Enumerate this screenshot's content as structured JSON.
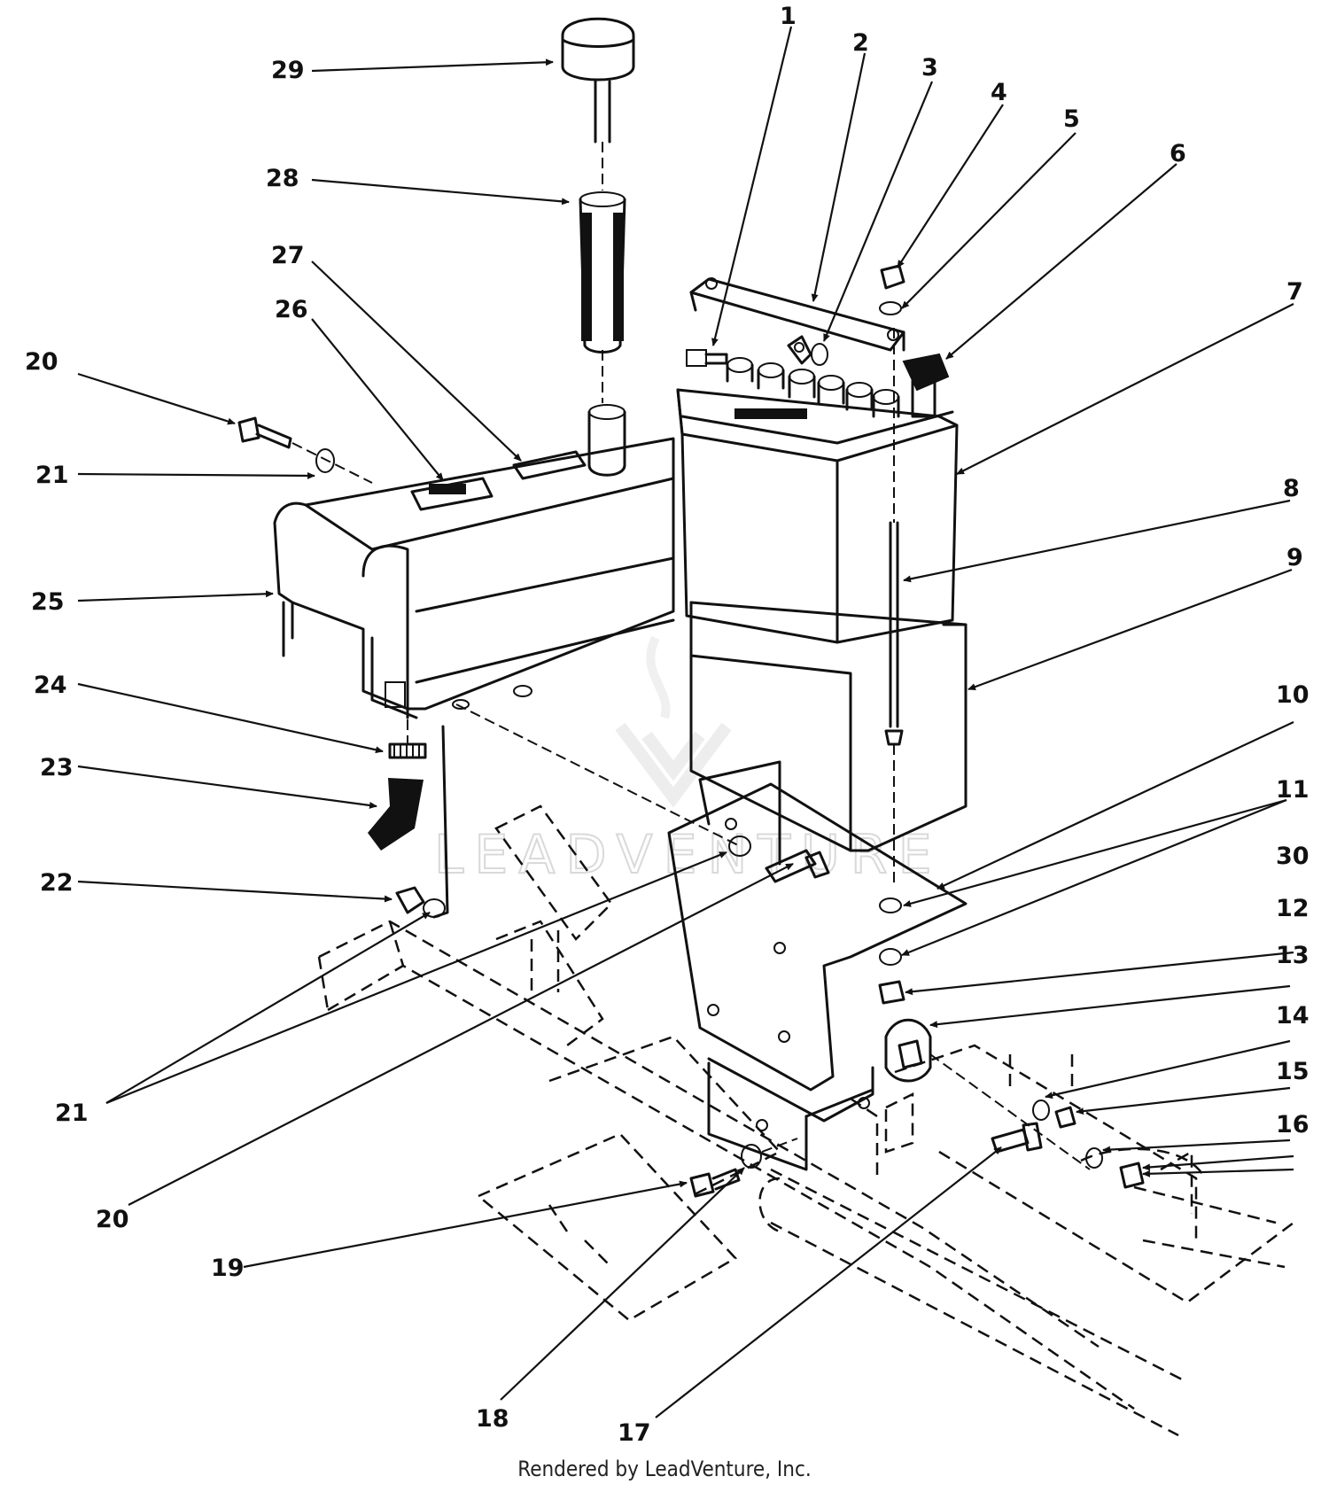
{
  "watermark": "LEADVENTURE",
  "footer": "Rendered by LeadVenture, Inc.",
  "callouts": [
    {
      "id": "c1",
      "label": "1"
    },
    {
      "id": "c2",
      "label": "2"
    },
    {
      "id": "c3",
      "label": "3"
    },
    {
      "id": "c4",
      "label": "4"
    },
    {
      "id": "c5",
      "label": "5"
    },
    {
      "id": "c6",
      "label": "6"
    },
    {
      "id": "c7",
      "label": "7"
    },
    {
      "id": "c8",
      "label": "8"
    },
    {
      "id": "c9",
      "label": "9"
    },
    {
      "id": "c10",
      "label": "10"
    },
    {
      "id": "c11",
      "label": "11"
    },
    {
      "id": "c12",
      "label": "12"
    },
    {
      "id": "c13",
      "label": "13"
    },
    {
      "id": "c14",
      "label": "14"
    },
    {
      "id": "c15",
      "label": "15"
    },
    {
      "id": "c16",
      "label": "16"
    },
    {
      "id": "c17",
      "label": "17"
    },
    {
      "id": "c18",
      "label": "18"
    },
    {
      "id": "c19",
      "label": "19"
    },
    {
      "id": "c20a",
      "label": "20"
    },
    {
      "id": "c20b",
      "label": "20"
    },
    {
      "id": "c21a",
      "label": "21"
    },
    {
      "id": "c21b",
      "label": "21"
    },
    {
      "id": "c22",
      "label": "22"
    },
    {
      "id": "c23",
      "label": "23"
    },
    {
      "id": "c24",
      "label": "24"
    },
    {
      "id": "c25",
      "label": "25"
    },
    {
      "id": "c26",
      "label": "26"
    },
    {
      "id": "c27",
      "label": "27"
    },
    {
      "id": "c28",
      "label": "28"
    },
    {
      "id": "c29",
      "label": "29"
    },
    {
      "id": "c30",
      "label": "30"
    }
  ]
}
